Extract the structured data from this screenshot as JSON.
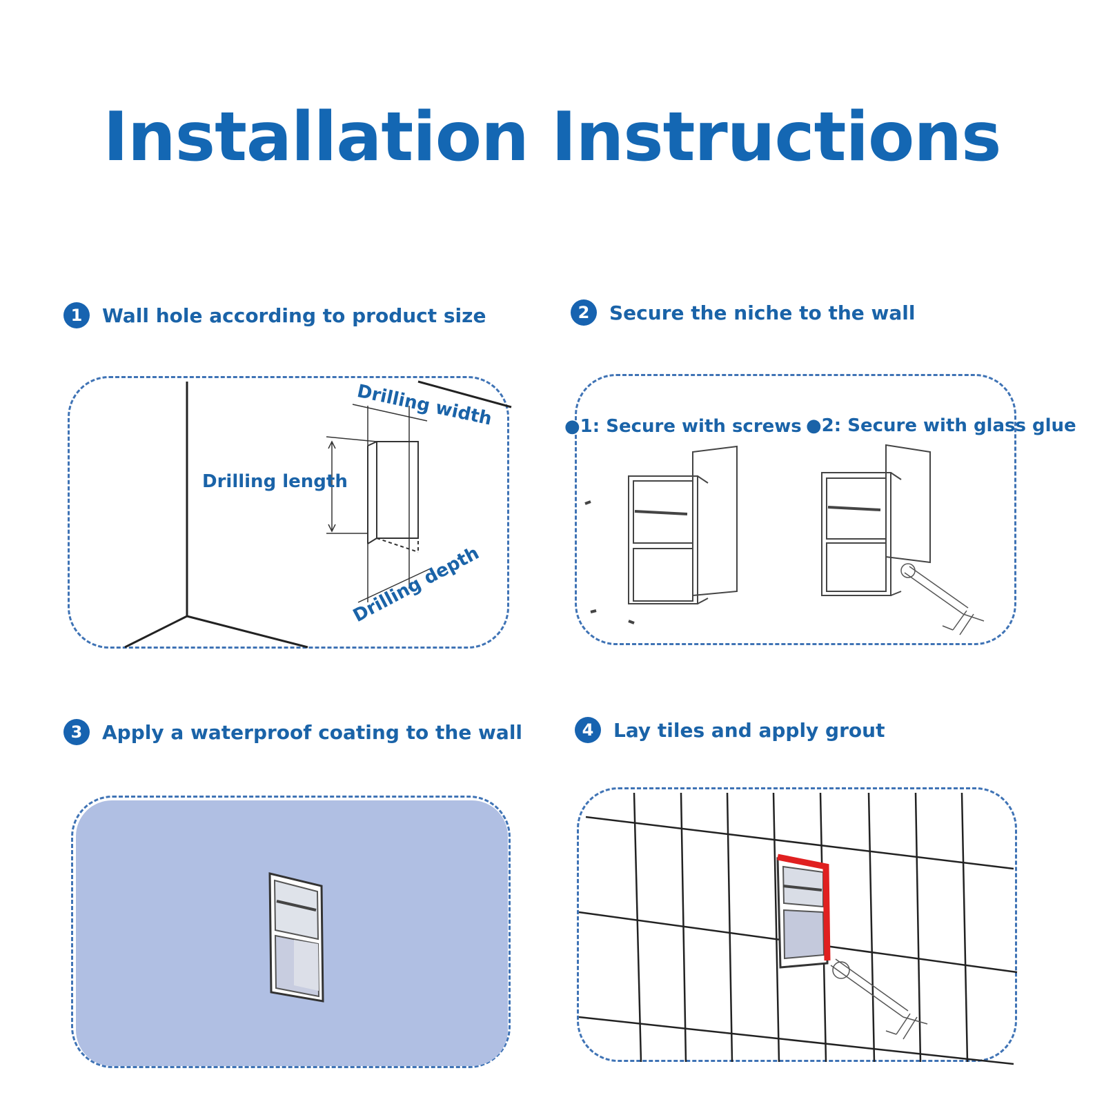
{
  "title": "Installation Instructions",
  "colors": {
    "accent": "#1467b3",
    "step_text": "#1a63a8",
    "border": "#3f73b5",
    "coating": "#b0bfe3",
    "grout": "#e02020"
  },
  "steps": [
    {
      "number": "1",
      "heading": "Wall hole according to product size",
      "labels": {
        "width": "Drilling width",
        "length": "Drilling length",
        "depth": "Drilling depth"
      }
    },
    {
      "number": "2",
      "heading": "Secure the niche to the wall",
      "options": [
        "●1: Secure with screws",
        "●2: Secure with glass glue"
      ]
    },
    {
      "number": "3",
      "heading": "Apply a waterproof coating to the wall"
    },
    {
      "number": "4",
      "heading": "Lay tiles and apply grout"
    }
  ]
}
